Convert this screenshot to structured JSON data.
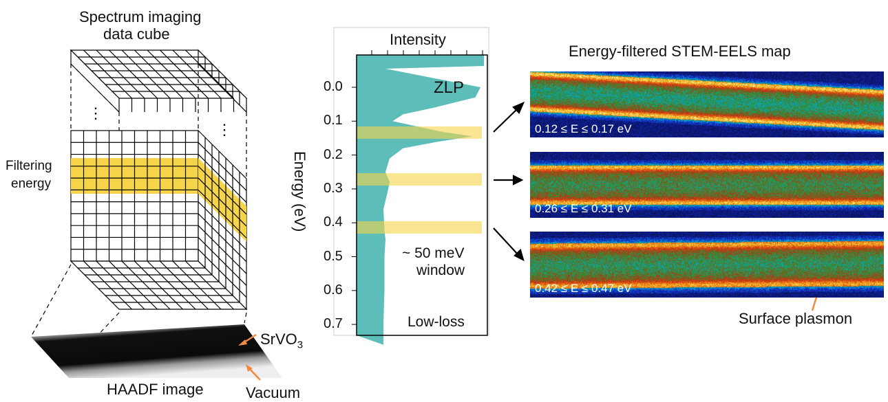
{
  "cube": {
    "title_line1": "Spectrum imaging",
    "title_line2": "data cube",
    "filter_label_line1": "Filtering",
    "filter_label_line2": "energy"
  },
  "haadf": {
    "caption": "HAADF image",
    "srvo3_label": "SrVO",
    "srvo3_subscript": "3",
    "vacuum_label": "Vacuum"
  },
  "spectrum": {
    "intensity_label": "Intensity",
    "energy_axis_label": "Energy (eV)",
    "y_ticks": [
      "0.0",
      "0.1",
      "0.2",
      "0.3",
      "0.4",
      "0.5",
      "0.6",
      "0.7"
    ],
    "zlp_label": "ZLP",
    "window_line1": "~ 50 meV",
    "window_line2": "window",
    "lowloss_label": "Low-loss"
  },
  "maps": {
    "title": "Energy-filtered STEM-EELS map",
    "items": [
      {
        "label": "0.12 ≤ E ≤ 0.17 eV"
      },
      {
        "label": "0.26 ≤ E ≤ 0.31 eV"
      },
      {
        "label": "0.42 ≤ E ≤ 0.47 eV"
      }
    ],
    "surface_label": "Surface plasmon"
  },
  "colors": {
    "filter_yellow": "#f5d44a",
    "spectrum_teal": "#5dbdb9",
    "arrow_orange": "#f08a40",
    "map_bg": "#0a1a6a"
  }
}
